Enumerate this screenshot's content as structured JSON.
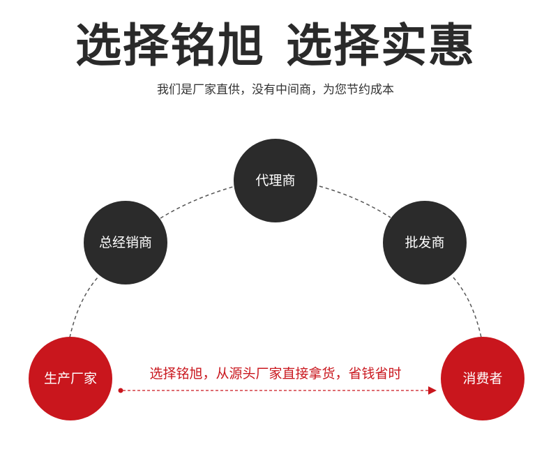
{
  "header": {
    "title_part1": "选择铭旭",
    "title_part2": "选择实惠",
    "subtitle": "我们是厂家直供，没有中间商，为您节约成本"
  },
  "diagram": {
    "nodes": {
      "manufacturer": "生产厂家",
      "general_distributor": "总经销商",
      "agent": "代理商",
      "wholesaler": "批发商",
      "consumer": "消费者"
    },
    "direct_caption": "选择铭旭，从源头厂家直接拿货，省钱省时",
    "colors": {
      "dark_node": "#2b2b2b",
      "red_node": "#c9161d",
      "dashed_line": "#555555"
    }
  }
}
